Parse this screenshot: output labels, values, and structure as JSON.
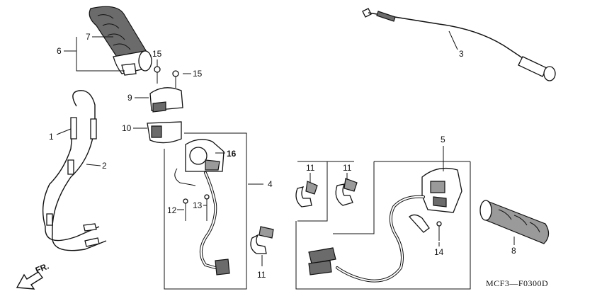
{
  "callouts": {
    "c1": "1",
    "c2": "2",
    "c3": "3",
    "c4": "4",
    "c5": "5",
    "c6": "6",
    "c7": "7",
    "c8": "8",
    "c9": "9",
    "c10": "10",
    "c11a": "11",
    "c11b": "11",
    "c11c": "11",
    "c12": "12",
    "c13": "13",
    "c14": "14",
    "c15a": "15",
    "c15b": "15",
    "c16": "16"
  },
  "direction_label": "FR.",
  "diagram_code": "MCF3—F0300D"
}
